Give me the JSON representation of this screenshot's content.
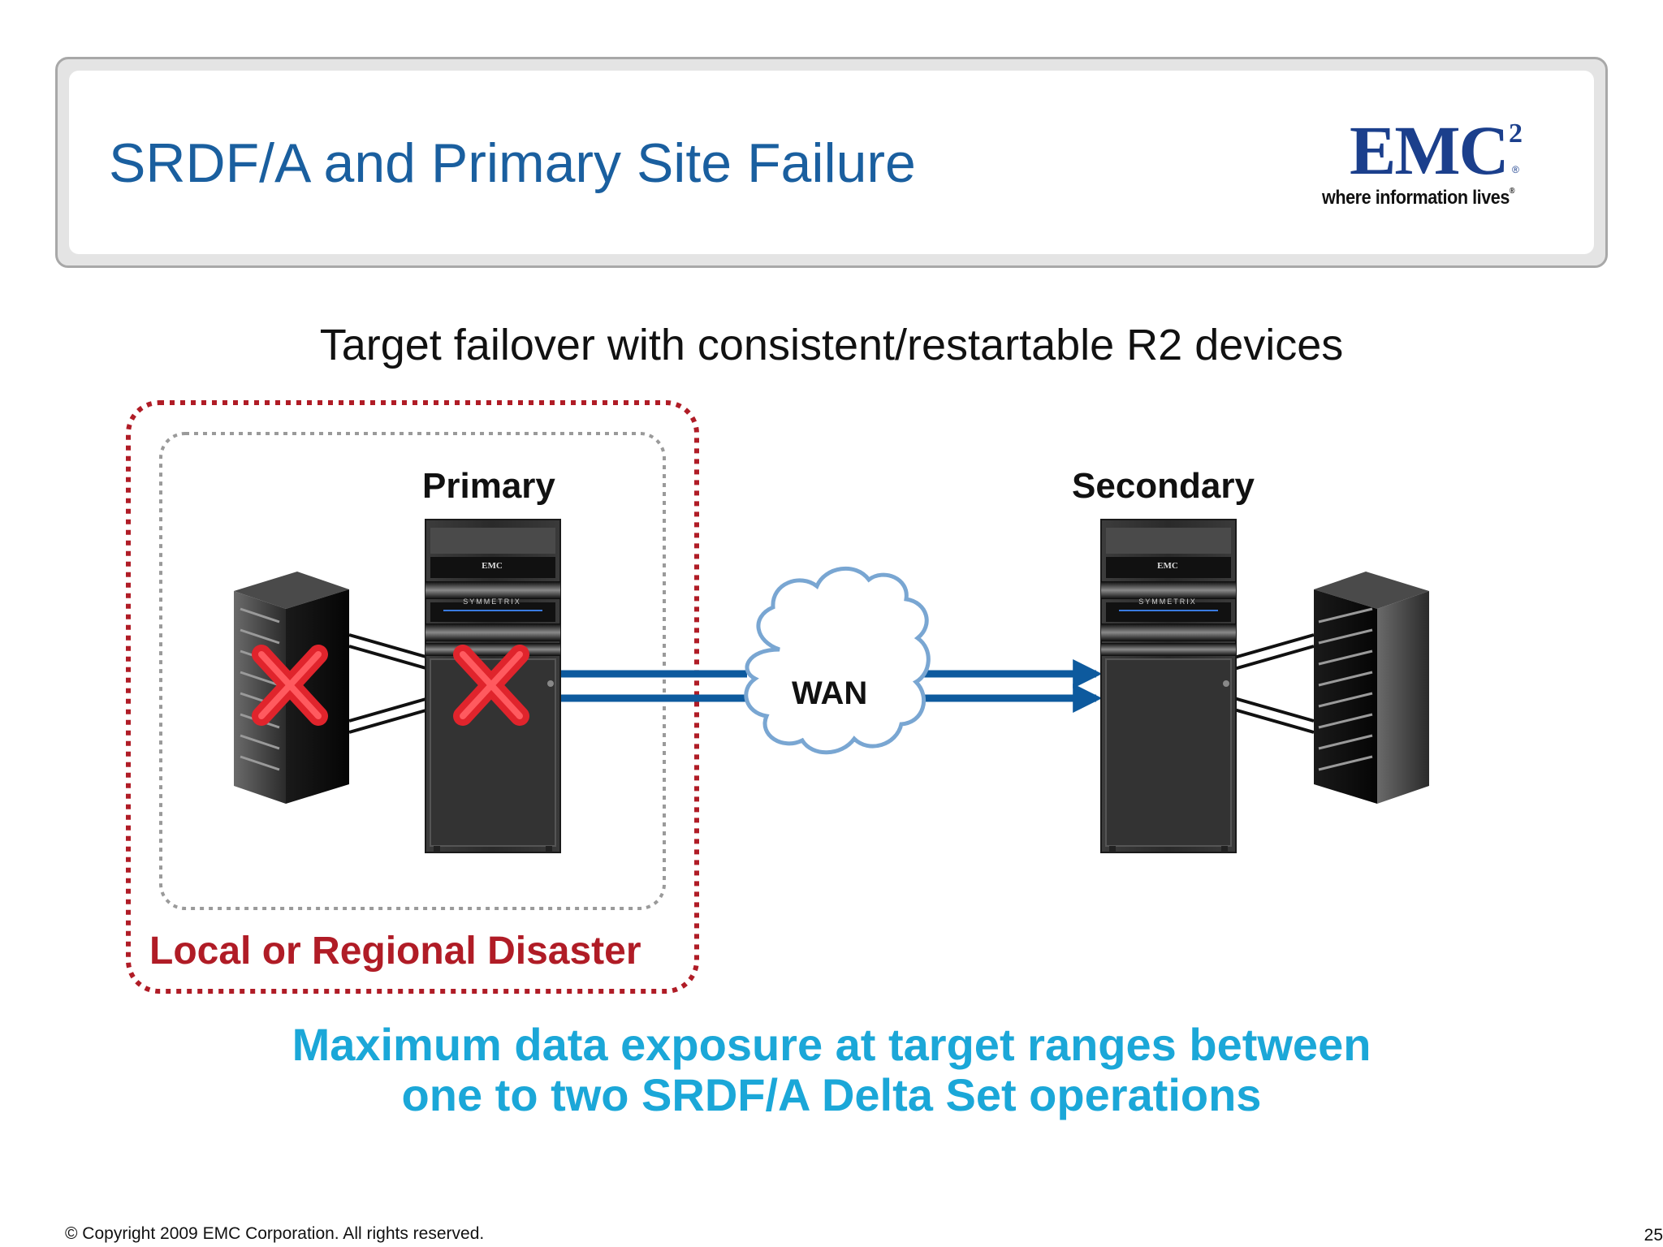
{
  "slide": {
    "title": "SRDF/A and Primary Site Failure",
    "subtitle": "Target failover with consistent/restartable R2 devices"
  },
  "logo": {
    "brand": "EMC",
    "superscript": "2",
    "registered": "®",
    "tagline": "where information lives"
  },
  "diagram": {
    "primary_label": "Primary",
    "secondary_label": "Secondary",
    "network_label": "WAN",
    "disaster_label": "Local or Regional Disaster",
    "array_badge": "EMC",
    "array_brand": "SYMMETRIX",
    "failed_marker_icon": "red-x-icon",
    "colors": {
      "link_blue": "#0d5a9e",
      "disaster_red": "#b01c26",
      "cloud_outline": "#79a6d2",
      "failure_red": "#e0242c"
    }
  },
  "note": {
    "line1": "Maximum data exposure at target ranges between",
    "line2": "one to two SRDF/A Delta Set operations",
    "color": "#1ba7d8"
  },
  "footer": {
    "copyright": "© Copyright 2009 EMC Corporation. All rights reserved.",
    "page_number": "25"
  }
}
